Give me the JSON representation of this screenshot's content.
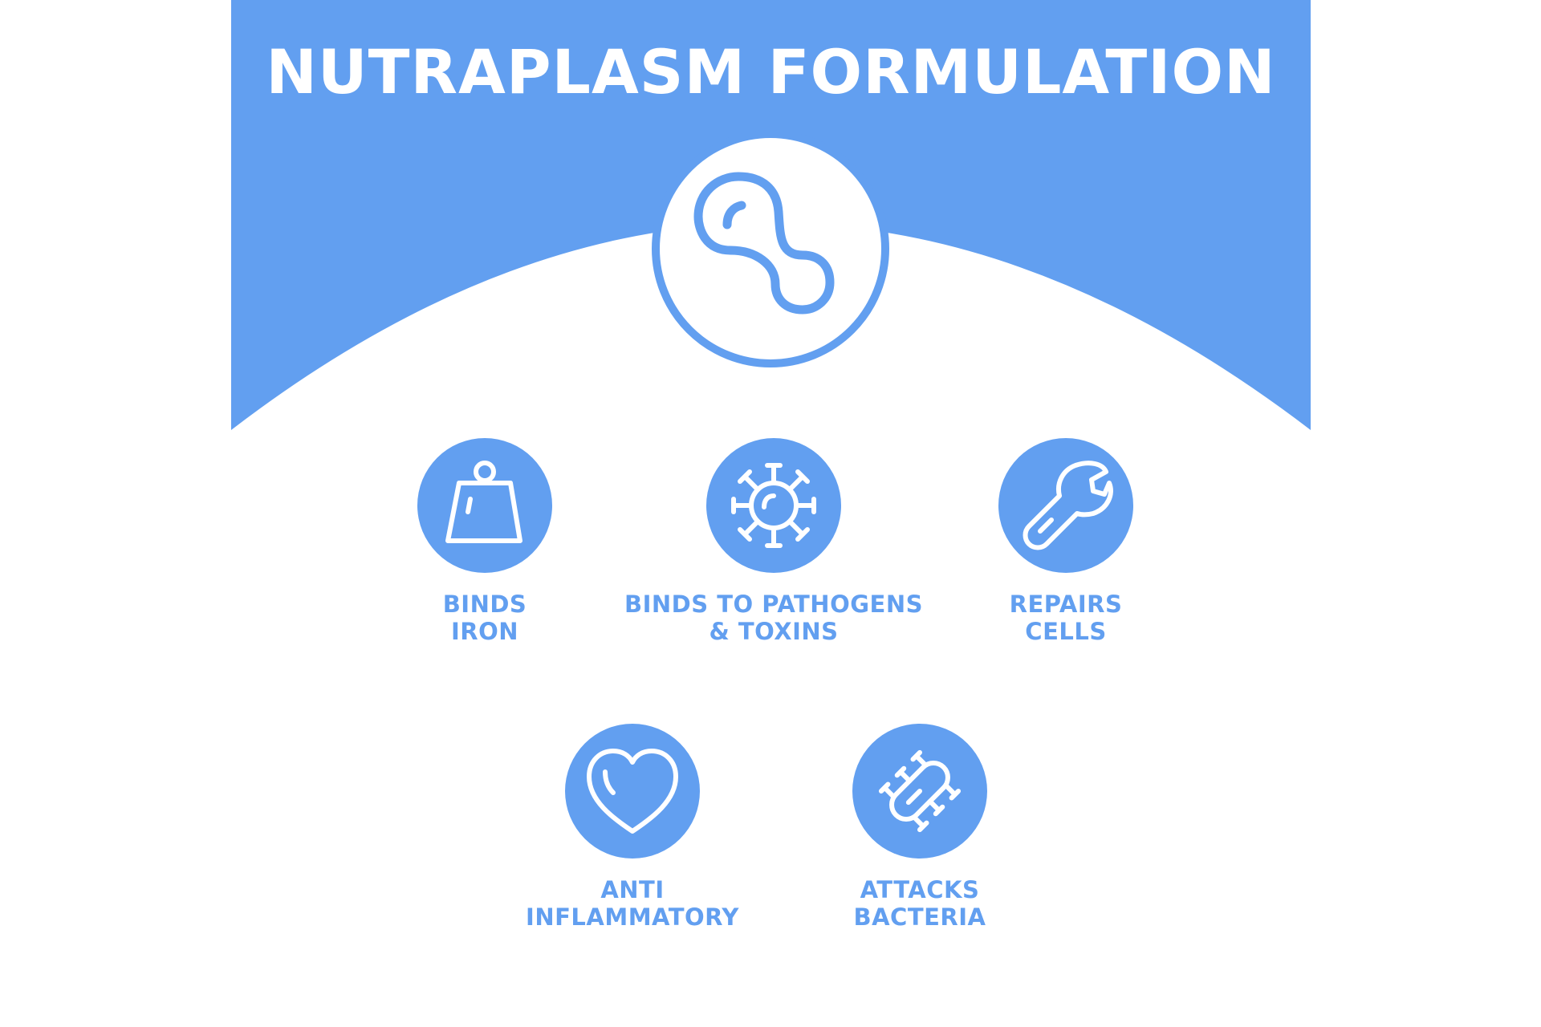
{
  "title": "NUTRAPLASM FORMULATION",
  "colors": {
    "accent": "#629ff0",
    "background": "#ffffff",
    "icon_stroke": "#ffffff"
  },
  "hero_icon": "bacterium-cell-icon",
  "features": [
    {
      "icon": "weight-icon",
      "line1": "BINDS",
      "line2": "IRON"
    },
    {
      "icon": "virus-icon",
      "line1": "BINDS TO PATHOGENS",
      "line2": "& TOXINS"
    },
    {
      "icon": "wrench-icon",
      "line1": "REPAIRS",
      "line2": "CELLS"
    },
    {
      "icon": "heart-icon",
      "line1": "ANTI",
      "line2": "INFLAMMATORY"
    },
    {
      "icon": "bacteria-icon",
      "line1": "ATTACKS",
      "line2": "BACTERIA"
    }
  ]
}
